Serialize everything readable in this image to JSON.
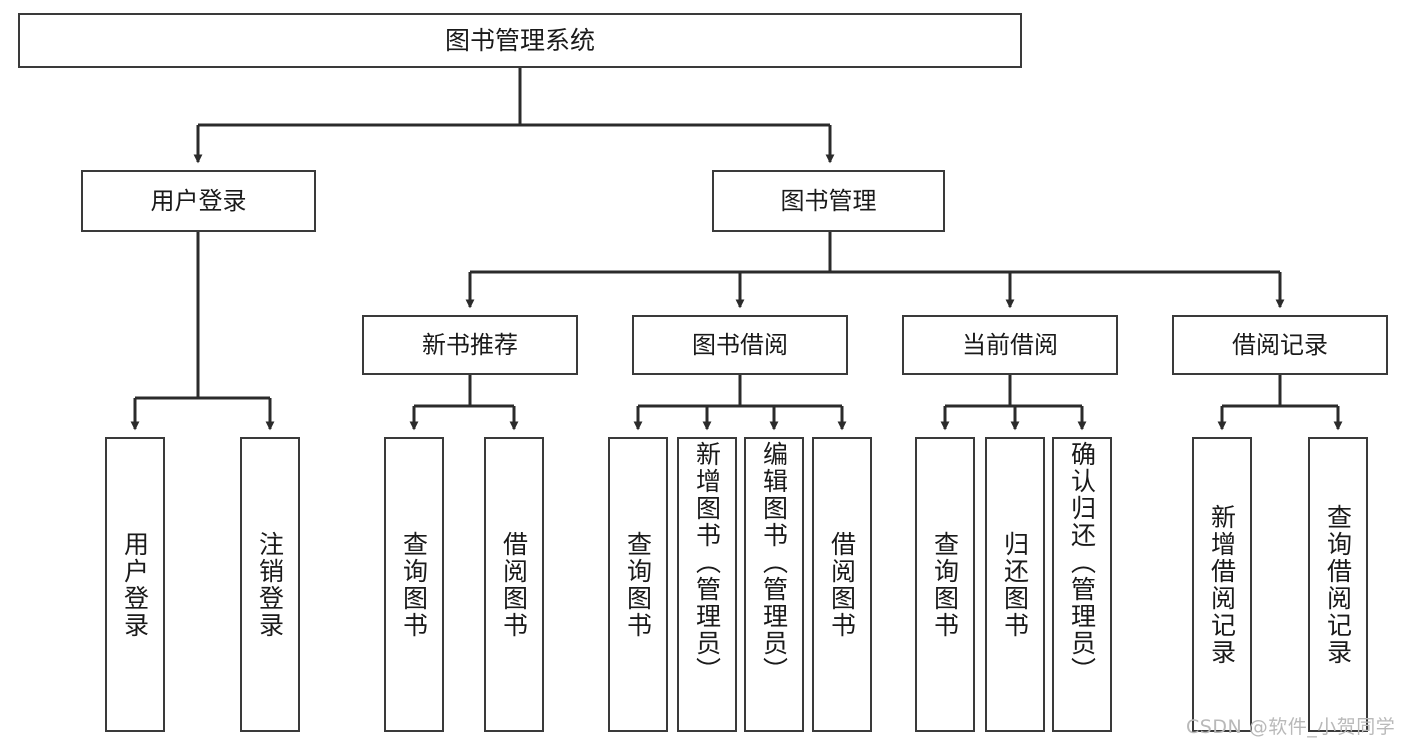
{
  "diagram": {
    "type": "tree",
    "title": "图书管理系统",
    "watermark": "CSDN @软件_小贺同学",
    "colors": {
      "box_border": "#3a3a3a",
      "box_fill": "#ffffff",
      "connector": "#2b2b2b",
      "text": "#1a1a1a",
      "watermark": "#b9b9b9",
      "background": "#ffffff"
    },
    "root": {
      "label": "图书管理系统"
    },
    "level2": [
      {
        "label": "用户登录"
      },
      {
        "label": "图书管理"
      }
    ],
    "level3": [
      {
        "label": "新书推荐"
      },
      {
        "label": "图书借阅"
      },
      {
        "label": "当前借阅"
      },
      {
        "label": "借阅记录"
      }
    ],
    "leaves": {
      "user_login": [
        {
          "label": "用户登录"
        },
        {
          "label": "注销登录"
        }
      ],
      "new_book_recommend": [
        {
          "label": "查询图书"
        },
        {
          "label": "借阅图书"
        }
      ],
      "book_borrow": [
        {
          "label": "查询图书"
        },
        {
          "label": "新增图书（管理员）"
        },
        {
          "label": "编辑图书（管理员）"
        },
        {
          "label": "借阅图书"
        }
      ],
      "current_borrow": [
        {
          "label": "查询图书"
        },
        {
          "label": "归还图书"
        },
        {
          "label": "确认归还（管理员）"
        }
      ],
      "borrow_records": [
        {
          "label": "新增借阅记录"
        },
        {
          "label": "查询借阅记录"
        }
      ]
    }
  }
}
